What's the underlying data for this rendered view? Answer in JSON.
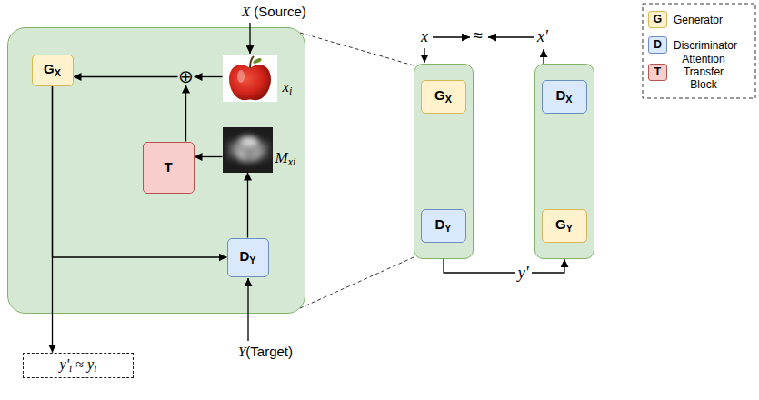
{
  "diagram": {
    "nodes": [
      {
        "text": []
      },
      {
        "text": [
          "GX"
        ],
        "in": 0
      },
      {
        "text": [
          "⊕"
        ],
        "in": 0
      },
      {
        "text": [
          "xi"
        ],
        "in": 0
      },
      {
        "text": [
          "T"
        ],
        "in": 0
      },
      {
        "text": [
          "Mxi"
        ],
        "in": 0
      },
      {
        "text": [
          "DY"
        ],
        "in": 0
      },
      {
        "text": [
          "y'i ≈ yi"
        ]
      },
      {
        "text": []
      },
      {
        "text": [
          "GX"
        ],
        "in": 8
      },
      {
        "text": [
          "DY"
        ],
        "in": 8
      },
      {
        "text": []
      },
      {
        "text": [
          "DX"
        ],
        "in": 11
      },
      {
        "text": [
          "GY"
        ],
        "in": 11
      }
    ],
    "edges": [
      {
        "from": 3,
        "to": 2,
        "arrow": "to"
      },
      {
        "from": 2,
        "to": 1,
        "arrow": "to"
      },
      {
        "from": 4,
        "to": 2,
        "arrow": "to"
      },
      {
        "from": 5,
        "to": 4,
        "arrow": "to"
      },
      {
        "from": 6,
        "to": 5,
        "arrow": "to"
      },
      {
        "from": 1,
        "to": 7,
        "arrow": "to"
      },
      {
        "from": 1,
        "to": 6,
        "arrow": "to"
      },
      {
        "from": 8,
        "to": 11,
        "label": "y'",
        "arrow": "to"
      }
    ],
    "labels": [
      "X (Source)",
      "Y(Target)",
      "x",
      "≈",
      "x'",
      "G",
      "D",
      "T"
    ],
    "legend": [
      {
        "text": "Generator",
        "color": "#fff2cc"
      },
      {
        "text": "Discriminator",
        "color": "#dae8fc"
      },
      {
        "text": "Attention Transfer Block",
        "color": "#f8cecc"
      }
    ]
  }
}
